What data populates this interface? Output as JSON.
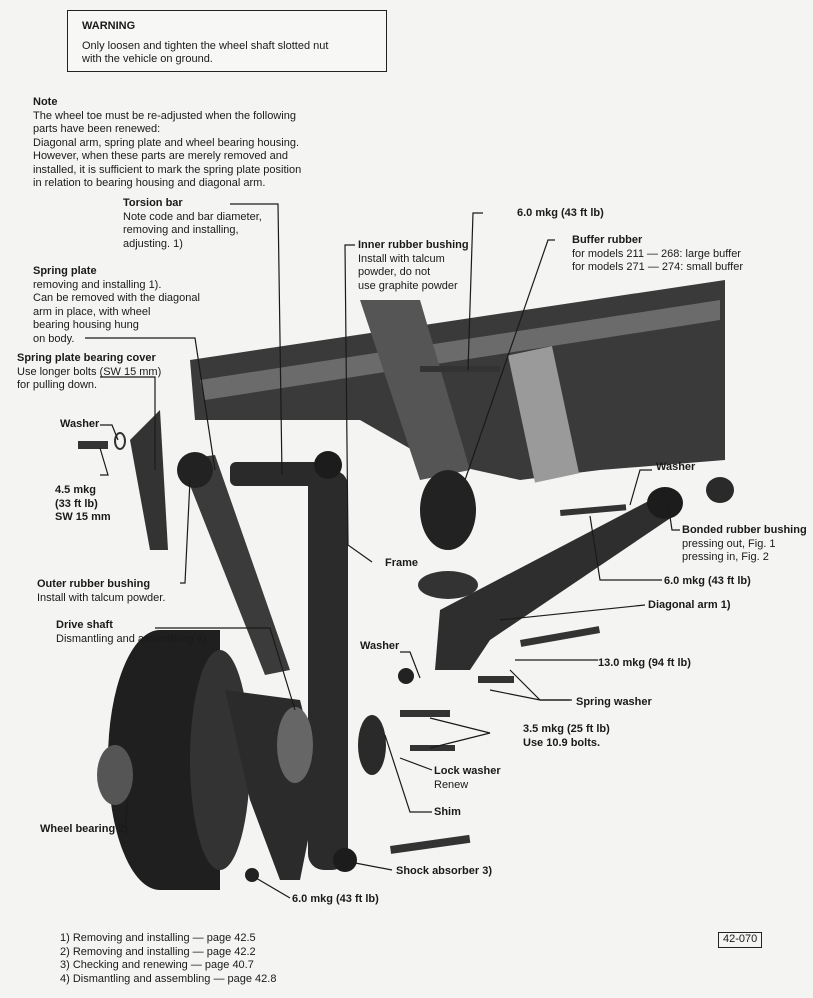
{
  "warning": {
    "title": "WARNING",
    "lines": [
      "Only loosen and tighten the wheel shaft slotted nut",
      "with the vehicle on ground."
    ]
  },
  "note": {
    "title": "Note",
    "lines": [
      "The wheel toe must be re-adjusted when the following",
      "parts have been renewed:",
      "Diagonal arm, spring plate and wheel bearing housing.",
      "However, when these parts are merely removed and",
      "installed, it is sufficient to mark the spring plate position",
      "in relation to bearing housing and diagonal arm."
    ]
  },
  "labels": {
    "torsion_bar": {
      "title": "Torsion bar",
      "lines": [
        "Note code and bar diameter,",
        "removing and installing,",
        "adjusting. 1)"
      ]
    },
    "inner_bushing": {
      "title": "Inner rubber bushing",
      "lines": [
        "Install with talcum",
        "powder, do not",
        "use graphite powder"
      ]
    },
    "torque_top": {
      "title": "6.0 mkg (43 ft lb)"
    },
    "buffer_rubber": {
      "title": "Buffer rubber",
      "lines": [
        "for models 211 — 268: large buffer",
        "for models 271 — 274: small buffer"
      ]
    },
    "spring_plate": {
      "title": "Spring plate",
      "lines": [
        "removing and installing 1).",
        "Can be removed with the diagonal",
        "arm in place, with wheel",
        "bearing housing hung",
        "on body."
      ]
    },
    "spring_plate_cover": {
      "title": "Spring plate bearing cover",
      "lines": [
        "Use longer bolts (SW 15 mm)",
        "for pulling down."
      ]
    },
    "washer_left": {
      "title": "Washer"
    },
    "torque_left": {
      "lines": [
        "4.5 mkg",
        "(33 ft lb)",
        "SW 15 mm"
      ]
    },
    "washer_right": {
      "title": "Washer"
    },
    "bonded_bushing": {
      "title": "Bonded rubber bushing",
      "lines": [
        "pressing out, Fig. 1",
        "pressing in, Fig. 2"
      ]
    },
    "frame": {
      "title": "Frame"
    },
    "torque_right": {
      "title": "6.0 mkg (43 ft lb)"
    },
    "outer_bushing": {
      "title": "Outer rubber bushing",
      "lines": [
        "Install with talcum powder."
      ]
    },
    "diagonal_arm": {
      "title": "Diagonal arm 1)"
    },
    "drive_shaft": {
      "title": "Drive shaft",
      "lines": [
        "Dismantling and assembling 4)"
      ]
    },
    "washer_mid": {
      "title": "Washer"
    },
    "torque_13": {
      "title": "13.0 mkg (94 ft lb)"
    },
    "spring_washer": {
      "title": "Spring washer"
    },
    "torque_35": {
      "title": "3.5 mkg (25 ft lb)",
      "lines": [
        "Use 10.9 bolts."
      ]
    },
    "lock_washer": {
      "title": "Lock washer",
      "lines": [
        "Renew"
      ]
    },
    "shim": {
      "title": "Shim"
    },
    "wheel_bearing": {
      "title": "Wheel bearing 2)"
    },
    "shock_absorber": {
      "title": "Shock absorber 3)"
    },
    "torque_bottom": {
      "title": "6.0 mkg (43 ft lb)"
    }
  },
  "footnotes": [
    "1) Removing and installing — page 42.5",
    "2) Removing and installing — page 42.2",
    "3) Checking and renewing — page 40.7",
    "4) Dismantling and assembling — page 42.8"
  ],
  "figure_code": "42-070"
}
